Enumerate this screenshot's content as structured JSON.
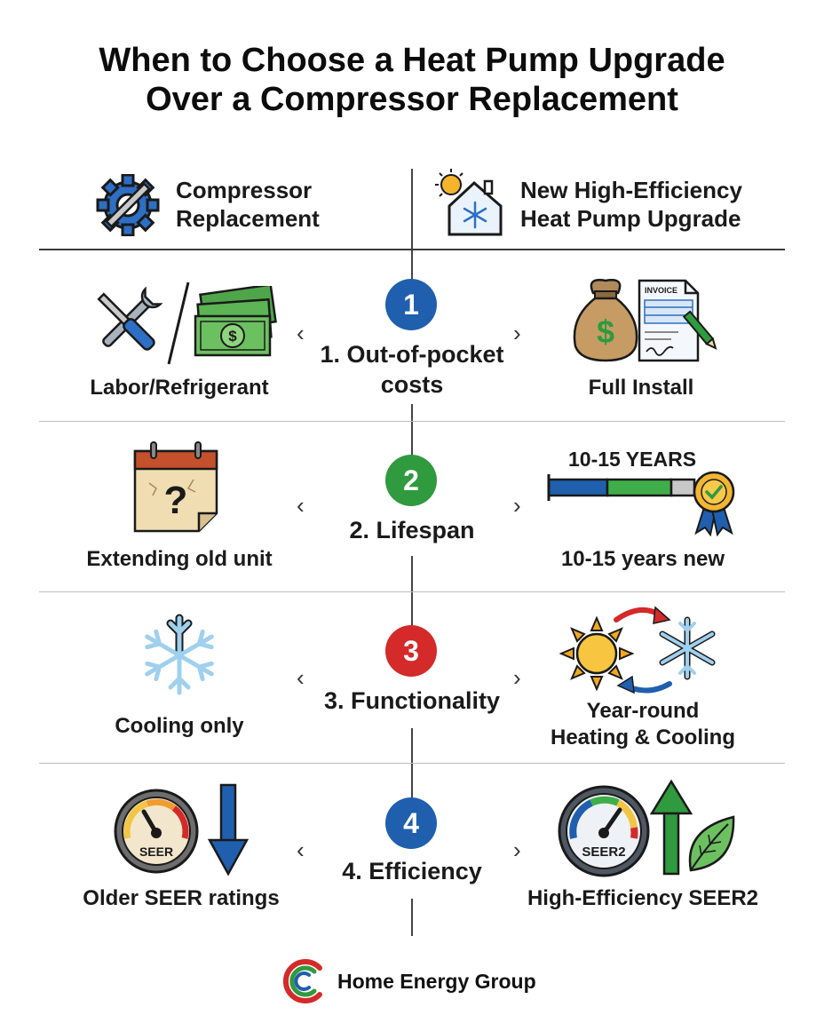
{
  "title": {
    "line1": "When to Choose a Heat Pump Upgrade",
    "line2": "Over a Compressor Replacement"
  },
  "columns": {
    "left": {
      "line1": "Compressor",
      "line2": "Replacement",
      "icon": "gear-wrench-icon"
    },
    "right": {
      "line1": "New High-Efficiency",
      "line2": "Heat Pump Upgrade",
      "icon": "house-sun-snowflake-icon"
    }
  },
  "rows": [
    {
      "number": "1",
      "label_line1": "1. Out-of-pocket",
      "label_line2": "costs",
      "color": "#1f5fae",
      "left": "Labor/Refrigerant",
      "right": "Full Install"
    },
    {
      "number": "2",
      "label_line1": "2. Lifespan",
      "label_line2": "",
      "color": "#2f9a3e",
      "left": "Extending old unit",
      "right": "10-15 years new",
      "bar_label": "10-15 YEARS"
    },
    {
      "number": "3",
      "label_line1": "3. Functionality",
      "label_line2": "",
      "color": "#d42a2a",
      "left": "Cooling only",
      "right_line1": "Year-round",
      "right_line2": "Heating & Cooling"
    },
    {
      "number": "4",
      "label_line1": "4. Efficiency",
      "label_line2": "",
      "color": "#1f5fae",
      "left": "Older SEER ratings",
      "right": "High-Efficiency SEER2",
      "gauge_left": "SEER",
      "gauge_right": "SEER2"
    }
  ],
  "invoice_label": "INVOICE",
  "chevrons": {
    "left": "‹",
    "right": "›"
  },
  "footer": {
    "brand": "Home Energy Group"
  }
}
